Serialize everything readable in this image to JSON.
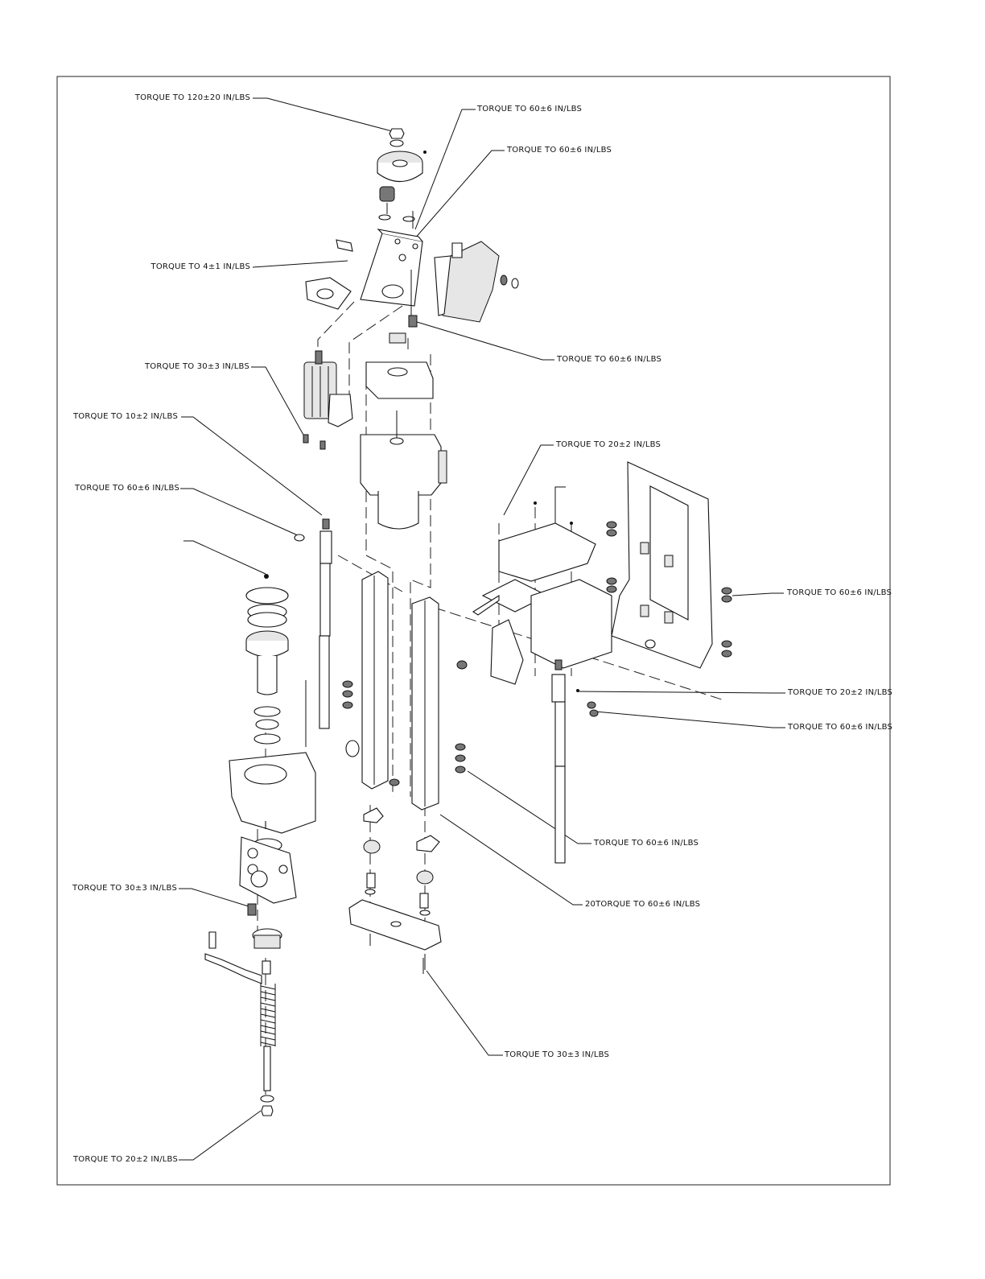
{
  "callouts": [
    {
      "id": "c1",
      "text": "TORQUE TO 120±20 IN/LBS"
    },
    {
      "id": "c2",
      "text": "TORQUE TO 60±6 IN/LBS"
    },
    {
      "id": "c3",
      "text": "TORQUE TO 60±6 IN/LBS"
    },
    {
      "id": "c4",
      "text": "TORQUE TO 4±1 IN/LBS"
    },
    {
      "id": "c5",
      "text": "TORQUE TO 60±6 IN/LBS"
    },
    {
      "id": "c6",
      "text": "TORQUE TO 30±3 IN/LBS"
    },
    {
      "id": "c7",
      "text": "TORQUE TO 10±2 IN/LBS"
    },
    {
      "id": "c8",
      "text": "TORQUE TO 20±2 IN/LBS"
    },
    {
      "id": "c9",
      "text": "TORQUE TO 60±6 IN/LBS"
    },
    {
      "id": "c10",
      "text": "TORQUE TO 60±6 IN/LBS"
    },
    {
      "id": "c11",
      "text": "TORQUE TO 20±2 IN/LBS"
    },
    {
      "id": "c12",
      "text": "TORQUE TO 60±6 IN/LBS"
    },
    {
      "id": "c13",
      "text": "TORQUE TO 60±6 IN/LBS"
    },
    {
      "id": "c14",
      "text": "TORQUE TO 30±3 IN/LBS"
    },
    {
      "id": "c15",
      "text": "20TORQUE TO 60±6 IN/LBS"
    },
    {
      "id": "c16",
      "text": "TORQUE TO 30±3 IN/LBS"
    },
    {
      "id": "c17",
      "text": "TORQUE TO 20±2 IN/LBS"
    }
  ]
}
